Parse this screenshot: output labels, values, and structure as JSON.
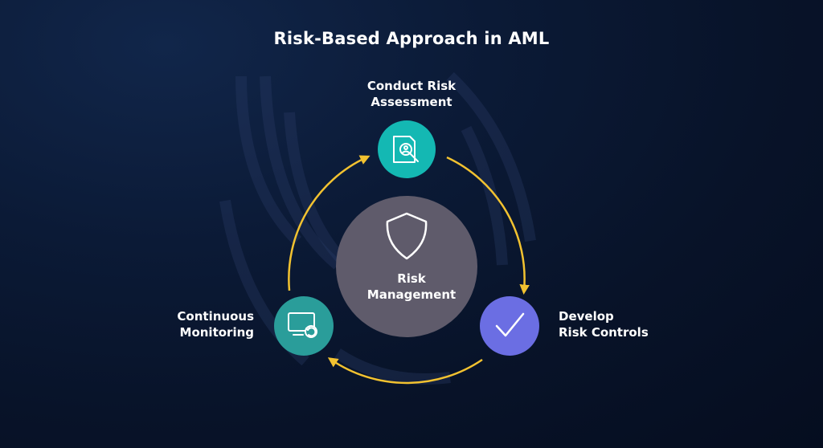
{
  "title": "Risk-Based Approach in AML",
  "center": {
    "line1": "Risk",
    "line2": "Management",
    "icon": "shield-icon"
  },
  "steps": [
    {
      "line1": "Conduct Risk",
      "line2": "Assessment",
      "icon": "document-search-icon",
      "color": "#14b8b3"
    },
    {
      "line1": "Develop",
      "line2": "Risk Controls",
      "icon": "checkmark-icon",
      "color": "#6b6ee3"
    },
    {
      "line1": "Continuous",
      "line2": "Monitoring",
      "icon": "monitor-refresh-icon",
      "color": "#2a9d9a"
    }
  ],
  "colors": {
    "arrow": "#f2c230",
    "center_circle": "#5f5b6b",
    "background": "#0b1a36"
  }
}
